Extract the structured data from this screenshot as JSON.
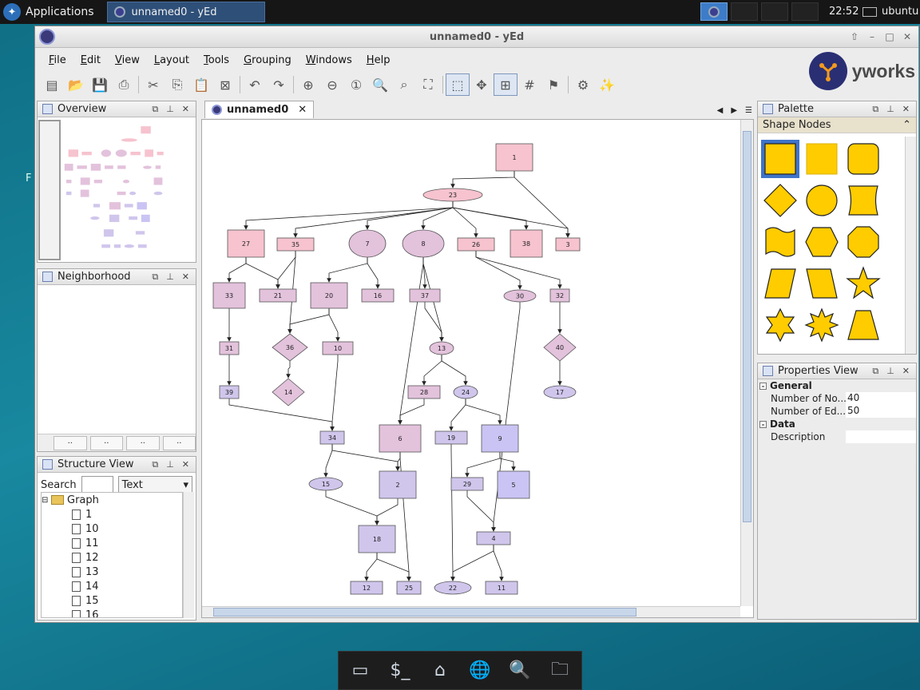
{
  "panel": {
    "apps_label": "Applications",
    "task_label": "unnamed0 - yEd",
    "clock": "22:52",
    "user": "ubuntu"
  },
  "desktop_fragment": "F",
  "window": {
    "title": "unnamed0 - yEd"
  },
  "menu": [
    {
      "label": "File",
      "u": "F"
    },
    {
      "label": "Edit",
      "u": "E"
    },
    {
      "label": "View",
      "u": "V"
    },
    {
      "label": "Layout",
      "u": "L"
    },
    {
      "label": "Tools",
      "u": "T"
    },
    {
      "label": "Grouping",
      "u": "G"
    },
    {
      "label": "Windows",
      "u": "W"
    },
    {
      "label": "Help",
      "u": "H"
    }
  ],
  "brand": {
    "name": "yworks",
    "accent": "#2a2f73",
    "orange": "#f29a1e"
  },
  "toolbar": [
    "new-icon",
    "open-icon",
    "save-icon",
    "export-icon",
    "cut-icon",
    "copy-icon",
    "paste-icon",
    "delete-icon",
    "undo-icon",
    "redo-icon",
    "zoom-in-icon",
    "zoom-out-icon",
    "zoom-1to1-icon",
    "zoom-icon",
    "zoom-area-icon",
    "fit-content-icon",
    "edit-mode-icon",
    "move-icon",
    "snap-icon",
    "grid-icon",
    "node-label-icon",
    "settings-icon",
    "wand-icon"
  ],
  "panels": {
    "overview": "Overview",
    "neighborhood": "Neighborhood",
    "structure": "Structure View",
    "palette": "Palette",
    "properties": "Properties View"
  },
  "neighborhood_tabs": [
    "..",
    "..",
    "..",
    ".."
  ],
  "structure": {
    "search_label": "Search",
    "search_value": "",
    "filter_value": "Text",
    "root": "Graph",
    "items": [
      "1",
      "10",
      "11",
      "12",
      "13",
      "14",
      "15",
      "16"
    ]
  },
  "editor": {
    "tab_label": "unnamed0"
  },
  "palette": {
    "section": "Shape Nodes",
    "fill": "#ffcc00",
    "selected_bg": "#3f74c8"
  },
  "properties": {
    "group_general": "General",
    "rows": [
      {
        "key": "Number of No...",
        "value": "40"
      },
      {
        "key": "Number of Ed...",
        "value": "50"
      }
    ],
    "group_data": "Data",
    "data_rows": [
      {
        "key": "Description",
        "value": ""
      }
    ]
  },
  "graph": {
    "colors": {
      "pink": "#f6c3cf",
      "mauve": "#e3c2dc",
      "lavender": "#d0c6ec",
      "blue": "#c9c4f3"
    },
    "nodes": [
      {
        "id": "1",
        "shape": "rect",
        "color": "pink"
      },
      {
        "id": "23",
        "shape": "ellipse",
        "color": "pink"
      },
      {
        "id": "27",
        "shape": "rect",
        "color": "pink"
      },
      {
        "id": "35",
        "shape": "rect",
        "color": "pink"
      },
      {
        "id": "7",
        "shape": "ellipse",
        "color": "mauve"
      },
      {
        "id": "8",
        "shape": "ellipse",
        "color": "mauve"
      },
      {
        "id": "26",
        "shape": "rect",
        "color": "pink"
      },
      {
        "id": "38",
        "shape": "rect",
        "color": "pink"
      },
      {
        "id": "3",
        "shape": "rect",
        "color": "pink"
      },
      {
        "id": "33",
        "shape": "rect",
        "color": "mauve"
      },
      {
        "id": "21",
        "shape": "rect",
        "color": "mauve"
      },
      {
        "id": "20",
        "shape": "rect",
        "color": "mauve"
      },
      {
        "id": "16",
        "shape": "rect",
        "color": "mauve"
      },
      {
        "id": "37",
        "shape": "rect",
        "color": "mauve"
      },
      {
        "id": "30",
        "shape": "ellipse",
        "color": "mauve"
      },
      {
        "id": "32",
        "shape": "rect",
        "color": "mauve"
      },
      {
        "id": "31",
        "shape": "rect",
        "color": "mauve"
      },
      {
        "id": "36",
        "shape": "diamond",
        "color": "mauve"
      },
      {
        "id": "10",
        "shape": "rect",
        "color": "mauve"
      },
      {
        "id": "13",
        "shape": "ellipse",
        "color": "mauve"
      },
      {
        "id": "40",
        "shape": "diamond",
        "color": "mauve"
      },
      {
        "id": "39",
        "shape": "rect",
        "color": "lavender"
      },
      {
        "id": "14",
        "shape": "diamond",
        "color": "mauve"
      },
      {
        "id": "28",
        "shape": "rect",
        "color": "mauve"
      },
      {
        "id": "24",
        "shape": "ellipse",
        "color": "lavender"
      },
      {
        "id": "17",
        "shape": "ellipse",
        "color": "lavender"
      },
      {
        "id": "34",
        "shape": "rect",
        "color": "lavender"
      },
      {
        "id": "6",
        "shape": "rect",
        "color": "mauve"
      },
      {
        "id": "19",
        "shape": "rect",
        "color": "lavender"
      },
      {
        "id": "9",
        "shape": "rect",
        "color": "blue"
      },
      {
        "id": "15",
        "shape": "ellipse",
        "color": "lavender"
      },
      {
        "id": "2",
        "shape": "rect",
        "color": "lavender"
      },
      {
        "id": "29",
        "shape": "rect",
        "color": "lavender"
      },
      {
        "id": "5",
        "shape": "rect",
        "color": "blue"
      },
      {
        "id": "18",
        "shape": "rect",
        "color": "lavender"
      },
      {
        "id": "4",
        "shape": "rect",
        "color": "lavender"
      },
      {
        "id": "12",
        "shape": "rect",
        "color": "lavender"
      },
      {
        "id": "25",
        "shape": "rect",
        "color": "lavender"
      },
      {
        "id": "22",
        "shape": "ellipse",
        "color": "lavender"
      },
      {
        "id": "11",
        "shape": "rect",
        "color": "lavender"
      }
    ],
    "edges": [
      [
        "1",
        "23"
      ],
      [
        "1",
        "3"
      ],
      [
        "23",
        "27"
      ],
      [
        "23",
        "35"
      ],
      [
        "23",
        "7"
      ],
      [
        "23",
        "8"
      ],
      [
        "23",
        "26"
      ],
      [
        "23",
        "38"
      ],
      [
        "23",
        "3"
      ],
      [
        "27",
        "33"
      ],
      [
        "27",
        "21"
      ],
      [
        "35",
        "21"
      ],
      [
        "35",
        "36"
      ],
      [
        "7",
        "20"
      ],
      [
        "7",
        "16"
      ],
      [
        "8",
        "37"
      ],
      [
        "8",
        "13"
      ],
      [
        "8",
        "6"
      ],
      [
        "26",
        "30"
      ],
      [
        "26",
        "32"
      ],
      [
        "33",
        "31"
      ],
      [
        "20",
        "36"
      ],
      [
        "20",
        "10"
      ],
      [
        "37",
        "13"
      ],
      [
        "32",
        "40"
      ],
      [
        "31",
        "39"
      ],
      [
        "36",
        "14"
      ],
      [
        "13",
        "28"
      ],
      [
        "13",
        "24"
      ],
      [
        "40",
        "17"
      ],
      [
        "39",
        "34"
      ],
      [
        "10",
        "34"
      ],
      [
        "28",
        "6"
      ],
      [
        "24",
        "19"
      ],
      [
        "24",
        "9"
      ],
      [
        "34",
        "15"
      ],
      [
        "34",
        "2"
      ],
      [
        "6",
        "2"
      ],
      [
        "6",
        "25"
      ],
      [
        "9",
        "29"
      ],
      [
        "9",
        "5"
      ],
      [
        "15",
        "18"
      ],
      [
        "2",
        "18"
      ],
      [
        "29",
        "4"
      ],
      [
        "30",
        "4"
      ],
      [
        "18",
        "12"
      ],
      [
        "18",
        "25"
      ],
      [
        "19",
        "22"
      ],
      [
        "4",
        "22"
      ],
      [
        "4",
        "11"
      ]
    ]
  },
  "dock": [
    "desktop-icon",
    "terminal-icon",
    "home-folder-icon",
    "browser-icon",
    "search-icon",
    "folder-icon"
  ]
}
